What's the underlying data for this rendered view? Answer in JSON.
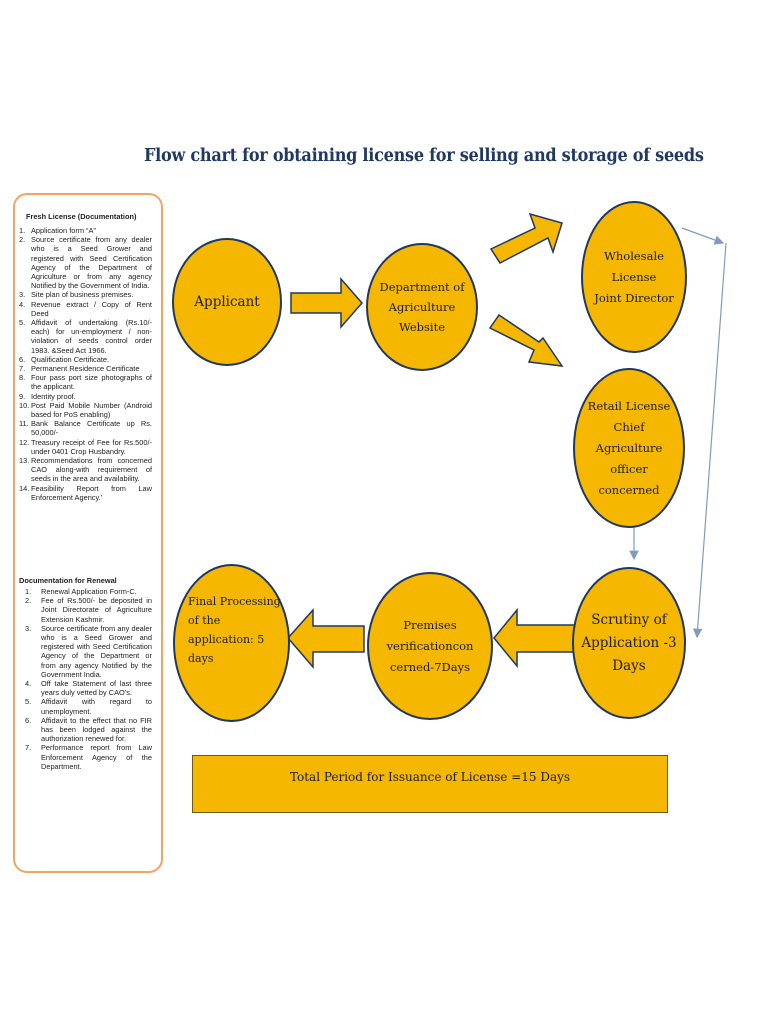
{
  "title": "Flow chart for obtaining license for selling and storage of seeds",
  "fresh": {
    "heading": "Fresh License (Documentation)",
    "items": [
      {
        "n": "1.",
        "t": "Application form “A”"
      },
      {
        "n": "2.",
        "t": "Source certificate from any dealer who is a Seed Grower and registered with Seed Certification Agency of the Department of Agriculture or from any agency Notified by the Government of India."
      },
      {
        "n": "3.",
        "t": "Site plan of business premises."
      },
      {
        "n": "4.",
        "t": "Revenue extract / Copy of Rent Deed"
      },
      {
        "n": "5.",
        "t": "Affidavit of undertaking (Rs.10/-each) for un-employment / non-violation of seeds control order 1983. &Seed Act 1966."
      },
      {
        "n": "6.",
        "t": "Qualification Certificate."
      },
      {
        "n": "7.",
        "t": "Permanent Residence Certificate"
      },
      {
        "n": "8.",
        "t": "Four pass port size photographs of the applicant."
      },
      {
        "n": "9.",
        "t": "Identity proof."
      },
      {
        "n": "10.",
        "t": "Post Paid Mobile Number (Android based for PoS enabling)"
      },
      {
        "n": "11.",
        "t": "Bank Balance Certificate up Rs. 50,000/-"
      },
      {
        "n": "12.",
        "t": "Treasury receipt of Fee for Rs.500/- under 0401 Crop Husbandry."
      },
      {
        "n": "13.",
        "t": "Recommendations from concerned CAO along-with requirement of seeds in the area and availability."
      },
      {
        "n": "14.",
        "t": "Feasibility Report from Law Enforcement Agency.’"
      }
    ]
  },
  "renewal": {
    "heading": "Documentation for Renewal",
    "items": [
      {
        "n": "1.",
        "t": "Renewal Application Form-C."
      },
      {
        "n": "2.",
        "t": "Fee of Rs.500/- be deposited in Joint Directorate of Agriculture Extension Kashmir."
      },
      {
        "n": "3.",
        "t": "Source certificate from any dealer who is a Seed Grower and registered with Seed Certification Agency of the Department or from any agency Notified by the Government India."
      },
      {
        "n": "4.",
        "t": "Off take Statement of last three years duly vetted by CAO’s."
      },
      {
        "n": "5.",
        "t": "Affidavit with regard to unemployment."
      },
      {
        "n": "6.",
        "t": "Affidavit to the effect that no FIR has been lodged against the authorization renewed for."
      },
      {
        "n": "7.",
        "t": "Performance report from Law Enforcement Agency of the Department."
      }
    ]
  },
  "nodes": {
    "applicant": "Applicant",
    "department": "Department of\nAgriculture\nWebsite",
    "wholesale": "Wholesale\nLicense\nJoint Director",
    "retail": "Retail License\nChief\nAgriculture\nofficer\nconcerned",
    "scrutiny": "Scrutiny of\nApplication -3\nDays",
    "premises": "Premises\nverificationcon\ncerned-7Days",
    "final": "Final Processing\nof the\napplication: 5\ndays"
  },
  "total": "Total Period for Issuance of License =15 Days",
  "colors": {
    "fill": "#f5b700",
    "outline": "#1f3864",
    "doc_border": "#f4a460",
    "title": "#1f3864",
    "connector": "#7f9cc0"
  }
}
